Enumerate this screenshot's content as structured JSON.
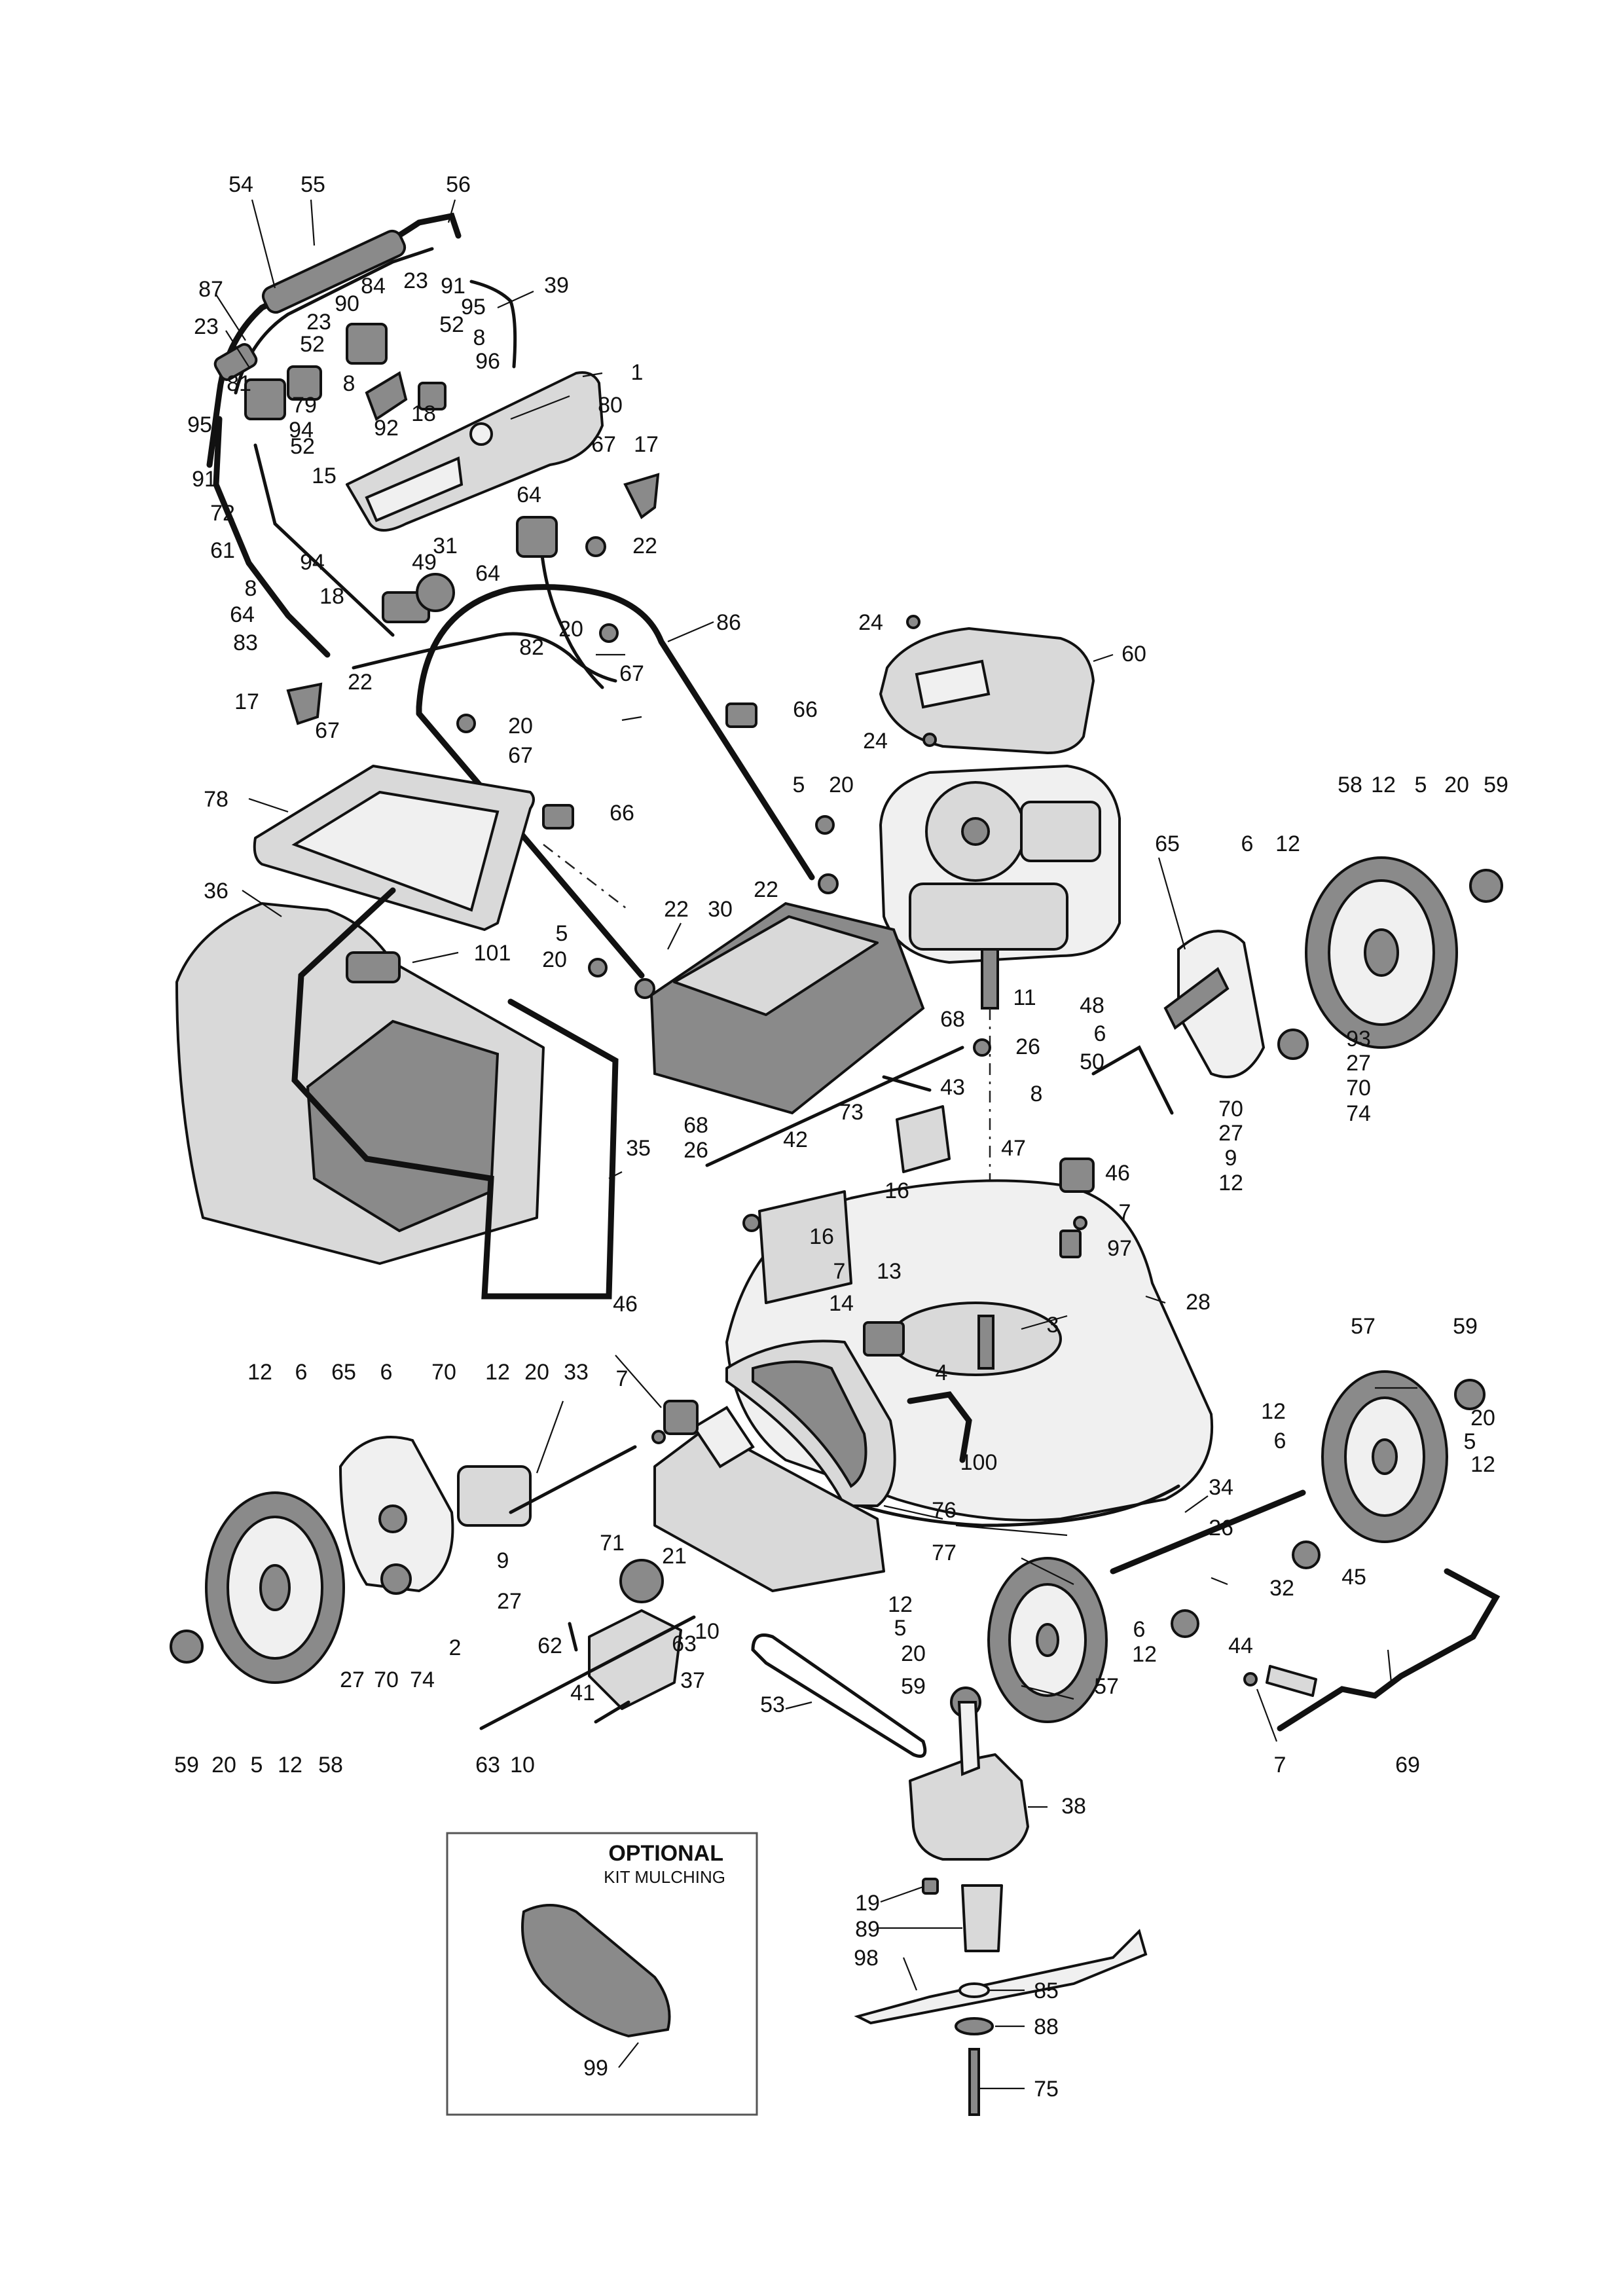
{
  "optional_kit": {
    "title": "OPTIONAL",
    "subtitle": "KIT MULCHING"
  },
  "callouts": [
    {
      "id": "c54",
      "text": "54"
    },
    {
      "id": "c55",
      "text": "55"
    },
    {
      "id": "c56",
      "text": "56"
    },
    {
      "id": "c87",
      "text": "87"
    },
    {
      "id": "c23a",
      "text": "23"
    },
    {
      "id": "c23b",
      "text": "23"
    },
    {
      "id": "c23c",
      "text": "23"
    },
    {
      "id": "c84",
      "text": "84"
    },
    {
      "id": "c91a",
      "text": "91"
    },
    {
      "id": "c39",
      "text": "39"
    },
    {
      "id": "c90",
      "text": "90"
    },
    {
      "id": "c95a",
      "text": "95"
    },
    {
      "id": "c52a",
      "text": "52"
    },
    {
      "id": "c52b",
      "text": "52"
    },
    {
      "id": "c52c",
      "text": "52"
    },
    {
      "id": "c8a",
      "text": "8"
    },
    {
      "id": "c8b",
      "text": "8"
    },
    {
      "id": "c8c",
      "text": "8"
    },
    {
      "id": "c96",
      "text": "96"
    },
    {
      "id": "c81",
      "text": "81"
    },
    {
      "id": "c1",
      "text": "1"
    },
    {
      "id": "c79",
      "text": "79"
    },
    {
      "id": "c80",
      "text": "80"
    },
    {
      "id": "c92",
      "text": "92"
    },
    {
      "id": "c18a",
      "text": "18"
    },
    {
      "id": "c94a",
      "text": "94"
    },
    {
      "id": "c95b",
      "text": "95"
    },
    {
      "id": "c67a",
      "text": "67"
    },
    {
      "id": "c17a",
      "text": "17"
    },
    {
      "id": "c15",
      "text": "15"
    },
    {
      "id": "c91b",
      "text": "91"
    },
    {
      "id": "c64a",
      "text": "64"
    },
    {
      "id": "c72",
      "text": "72"
    },
    {
      "id": "c22a",
      "text": "22"
    },
    {
      "id": "c31",
      "text": "31"
    },
    {
      "id": "c61",
      "text": "61"
    },
    {
      "id": "c94b",
      "text": "94"
    },
    {
      "id": "c49",
      "text": "49"
    },
    {
      "id": "c64b",
      "text": "64"
    },
    {
      "id": "c18b",
      "text": "18"
    },
    {
      "id": "c64c",
      "text": "64"
    },
    {
      "id": "c86",
      "text": "86"
    },
    {
      "id": "c24a",
      "text": "24"
    },
    {
      "id": "c60",
      "text": "60"
    },
    {
      "id": "c20a",
      "text": "20"
    },
    {
      "id": "c83",
      "text": "83"
    },
    {
      "id": "c82",
      "text": "82"
    },
    {
      "id": "c67b",
      "text": "67"
    },
    {
      "id": "c22b",
      "text": "22"
    },
    {
      "id": "c17b",
      "text": "17"
    },
    {
      "id": "c66a",
      "text": "66"
    },
    {
      "id": "c20b",
      "text": "20"
    },
    {
      "id": "c67c",
      "text": "67"
    },
    {
      "id": "c67d",
      "text": "67"
    },
    {
      "id": "c24b",
      "text": "24"
    },
    {
      "id": "c78",
      "text": "78"
    },
    {
      "id": "c66b",
      "text": "66"
    },
    {
      "id": "c5a",
      "text": "5"
    },
    {
      "id": "c20c",
      "text": "20"
    },
    {
      "id": "c22c",
      "text": "22"
    },
    {
      "id": "c58a",
      "text": "58"
    },
    {
      "id": "c12a",
      "text": "12"
    },
    {
      "id": "c5b",
      "text": "5"
    },
    {
      "id": "c20d",
      "text": "20"
    },
    {
      "id": "c59a",
      "text": "59"
    },
    {
      "id": "c36",
      "text": "36"
    },
    {
      "id": "c22d",
      "text": "22"
    },
    {
      "id": "c30",
      "text": "30"
    },
    {
      "id": "c5c",
      "text": "5"
    },
    {
      "id": "c101",
      "text": "101"
    },
    {
      "id": "c20e",
      "text": "20"
    },
    {
      "id": "c65a",
      "text": "65"
    },
    {
      "id": "c6a",
      "text": "6"
    },
    {
      "id": "c12b",
      "text": "12"
    },
    {
      "id": "c11",
      "text": "11"
    },
    {
      "id": "c68a",
      "text": "68"
    },
    {
      "id": "c48",
      "text": "48"
    },
    {
      "id": "c26a",
      "text": "26"
    },
    {
      "id": "c6b",
      "text": "6"
    },
    {
      "id": "c93",
      "text": "93"
    },
    {
      "id": "c50",
      "text": "50"
    },
    {
      "id": "c27a",
      "text": "27"
    },
    {
      "id": "c43",
      "text": "43"
    },
    {
      "id": "c70a",
      "text": "70"
    },
    {
      "id": "c8d",
      "text": "8"
    },
    {
      "id": "c74a",
      "text": "74"
    },
    {
      "id": "c73",
      "text": "73"
    },
    {
      "id": "c70b",
      "text": "70"
    },
    {
      "id": "c68b",
      "text": "68"
    },
    {
      "id": "c27b",
      "text": "27"
    },
    {
      "id": "c42",
      "text": "42"
    },
    {
      "id": "c26b",
      "text": "26"
    },
    {
      "id": "c35",
      "text": "35"
    },
    {
      "id": "c47",
      "text": "47"
    },
    {
      "id": "c9a",
      "text": "9"
    },
    {
      "id": "c46a",
      "text": "46"
    },
    {
      "id": "c16a",
      "text": "16"
    },
    {
      "id": "c12c",
      "text": "12"
    },
    {
      "id": "c7a",
      "text": "7"
    },
    {
      "id": "c16b",
      "text": "16"
    },
    {
      "id": "c97",
      "text": "97"
    },
    {
      "id": "c7b",
      "text": "7"
    },
    {
      "id": "c13",
      "text": "13"
    },
    {
      "id": "c28",
      "text": "28"
    },
    {
      "id": "c14",
      "text": "14"
    },
    {
      "id": "c3",
      "text": "3"
    },
    {
      "id": "c46b",
      "text": "46"
    },
    {
      "id": "c57a",
      "text": "57"
    },
    {
      "id": "c59b",
      "text": "59"
    },
    {
      "id": "c4",
      "text": "4"
    },
    {
      "id": "c12d",
      "text": "12"
    },
    {
      "id": "c6c",
      "text": "6"
    },
    {
      "id": "c65b",
      "text": "65"
    },
    {
      "id": "c6d",
      "text": "6"
    },
    {
      "id": "c70c",
      "text": "70"
    },
    {
      "id": "c12e",
      "text": "12"
    },
    {
      "id": "c20f",
      "text": "20"
    },
    {
      "id": "c33",
      "text": "33"
    },
    {
      "id": "c7c",
      "text": "7"
    },
    {
      "id": "c12f",
      "text": "12"
    },
    {
      "id": "c20g",
      "text": "20"
    },
    {
      "id": "c6e",
      "text": "6"
    },
    {
      "id": "c5d",
      "text": "5"
    },
    {
      "id": "c100",
      "text": "100"
    },
    {
      "id": "c12g",
      "text": "12"
    },
    {
      "id": "c34",
      "text": "34"
    },
    {
      "id": "c76",
      "text": "76"
    },
    {
      "id": "c9b",
      "text": "9"
    },
    {
      "id": "c26c",
      "text": "26"
    },
    {
      "id": "c71",
      "text": "71"
    },
    {
      "id": "c21",
      "text": "21"
    },
    {
      "id": "c77",
      "text": "77"
    },
    {
      "id": "c45",
      "text": "45"
    },
    {
      "id": "c27c",
      "text": "27"
    },
    {
      "id": "c2",
      "text": "2"
    },
    {
      "id": "c32",
      "text": "32"
    },
    {
      "id": "c12h",
      "text": "12"
    },
    {
      "id": "c5e",
      "text": "5"
    },
    {
      "id": "c6f",
      "text": "6"
    },
    {
      "id": "c62",
      "text": "62"
    },
    {
      "id": "c63a",
      "text": "63"
    },
    {
      "id": "c10a",
      "text": "10"
    },
    {
      "id": "c44",
      "text": "44"
    },
    {
      "id": "c20h",
      "text": "20"
    },
    {
      "id": "c12i",
      "text": "12"
    },
    {
      "id": "c27d",
      "text": "27"
    },
    {
      "id": "c70d",
      "text": "70"
    },
    {
      "id": "c74b",
      "text": "74"
    },
    {
      "id": "c37",
      "text": "37"
    },
    {
      "id": "c41",
      "text": "41"
    },
    {
      "id": "c59c",
      "text": "59"
    },
    {
      "id": "c57b",
      "text": "57"
    },
    {
      "id": "c53",
      "text": "53"
    },
    {
      "id": "c7d",
      "text": "7"
    },
    {
      "id": "c69",
      "text": "69"
    },
    {
      "id": "c59d",
      "text": "59"
    },
    {
      "id": "c20i",
      "text": "20"
    },
    {
      "id": "c5f",
      "text": "5"
    },
    {
      "id": "c12j",
      "text": "12"
    },
    {
      "id": "c58b",
      "text": "58"
    },
    {
      "id": "c63b",
      "text": "63"
    },
    {
      "id": "c10b",
      "text": "10"
    },
    {
      "id": "c38",
      "text": "38"
    },
    {
      "id": "c19",
      "text": "19"
    },
    {
      "id": "c89",
      "text": "89"
    },
    {
      "id": "c98",
      "text": "98"
    },
    {
      "id": "c85",
      "text": "85"
    },
    {
      "id": "c88",
      "text": "88"
    },
    {
      "id": "c75",
      "text": "75"
    },
    {
      "id": "c99",
      "text": "99"
    }
  ]
}
